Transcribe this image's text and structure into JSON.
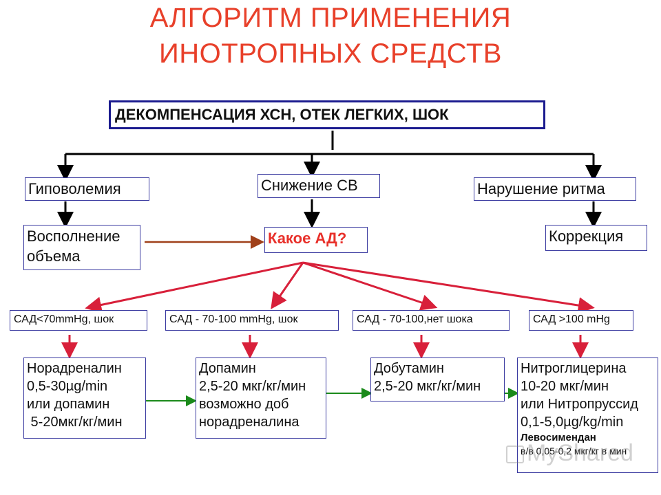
{
  "title": {
    "line1": "АЛГОРИТМ ПРИМЕНЕНИЯ",
    "line2": "ИНОТРОПНЫХ СРЕДСТВ"
  },
  "root": "ДЕКОМПЕНСАЦИЯ ХСН, ОТЕК ЛЕГКИХ, ШОК",
  "level1": {
    "left": "Гиповолемия",
    "center": "Снижение СВ",
    "right": "Нарушение ритма"
  },
  "level2": {
    "left_line1": "Восполнение",
    "left_line2": "объема",
    "center": "Какое АД?",
    "right": "Коррекция"
  },
  "conditions": [
    {
      "label": "САД<70mmHg, шок"
    },
    {
      "label": "САД - 70-100 mmHg, шок"
    },
    {
      "label": "САД - 70-100,нет шока"
    },
    {
      "label": "САД >100 mHg"
    }
  ],
  "drugs": [
    {
      "lines": [
        "Норадреналин",
        "0,5-30µg/min",
        "или допамин",
        " 5-20мкг/кг/мин"
      ]
    },
    {
      "lines": [
        "Допамин",
        "2,5-20 мкг/кг/мин",
        "возможно доб",
        "норадреналина"
      ]
    },
    {
      "lines": [
        "Добутамин",
        "2,5-20 мкг/кг/мин"
      ]
    },
    {
      "lines": [
        "Нитроглицерина",
        "10-20 мкг/мин",
        "или Нитропруссид",
        "0,1-5,0µg/kg/min"
      ],
      "extra_bold": "Левосимендан",
      "extra_small": "в/в 0,05-0,2 мкг/кг в мин"
    }
  ],
  "watermark": "MyShared",
  "colors": {
    "title": "#e8402a",
    "border": "#3a3aa0",
    "main_border": "#1b1b8f",
    "red_arrow": "#d8203a",
    "green_arrow": "#1a8a1a",
    "brown_arrow": "#a0401a",
    "black_line": "#000000"
  }
}
